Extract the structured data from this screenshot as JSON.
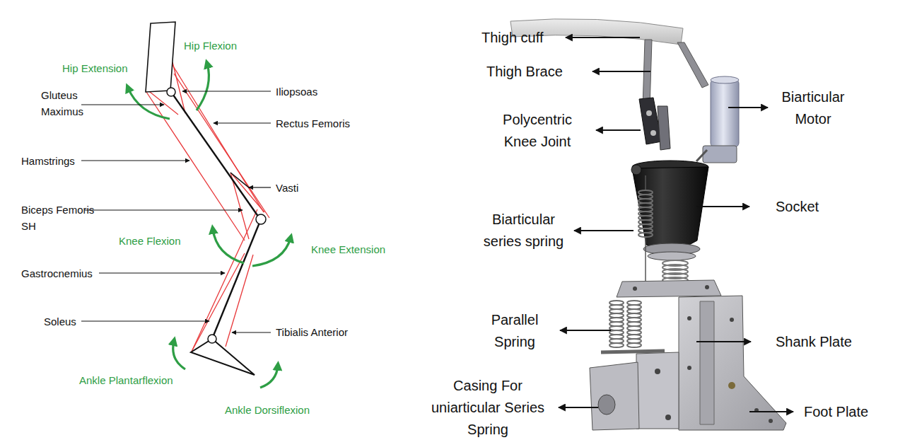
{
  "diagram": {
    "labels": [
      "Hip Flexion",
      "Hip Extension",
      "Gluteus Maximus",
      "Iliopsoas",
      "Rectus Femoris",
      "Hamstrings",
      "Vasti",
      "Biceps Femoris SH",
      "Knee Flexion",
      "Knee Extension",
      "Gastrocnemius",
      "Soleus",
      "Tibialis Anterior",
      "Ankle Plantarflexion",
      "Ankle Dorsiflexion",
      "Thigh cuff",
      "Thigh Brace",
      "Biarticular Motor",
      "Polycentric Knee Joint",
      "Socket",
      "Biarticular series spring",
      "Parallel Spring",
      "Shank Plate",
      "Casing For uniarticular Series Spring",
      "Foot Plate"
    ]
  }
}
